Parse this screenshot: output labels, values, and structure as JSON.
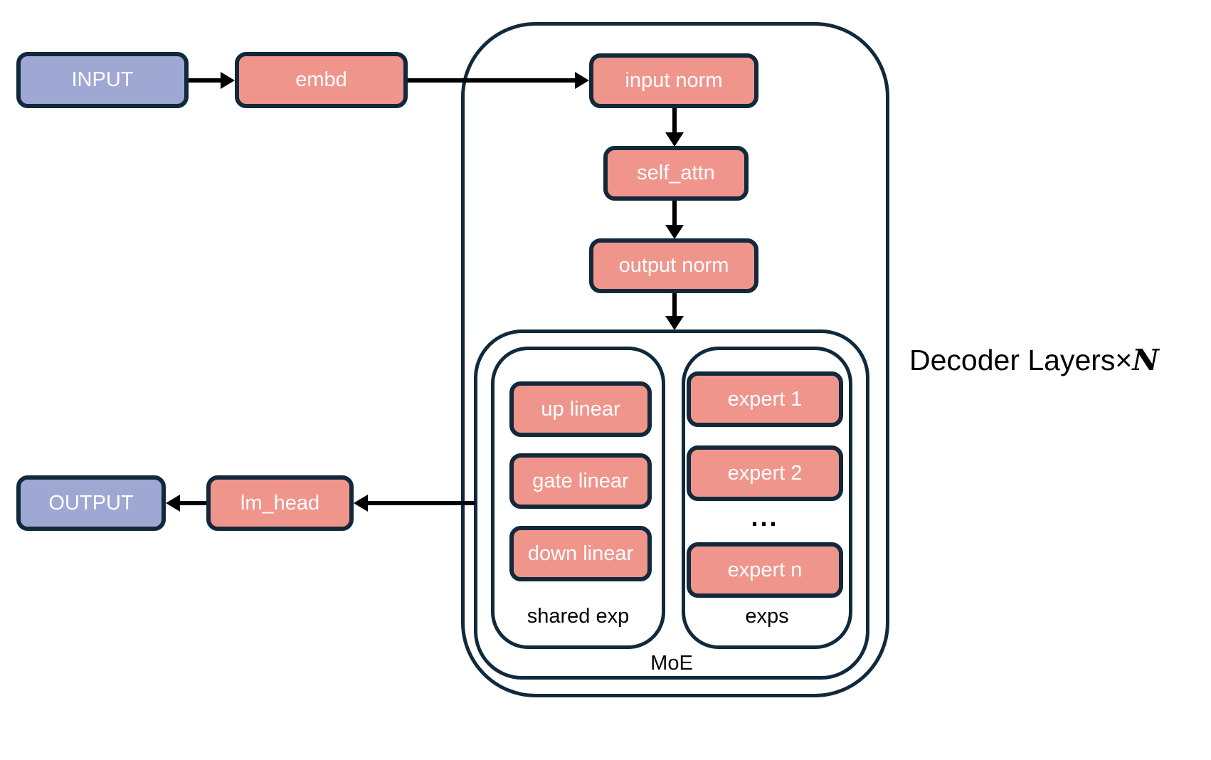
{
  "diagram": {
    "nodes": {
      "input": "INPUT",
      "embd": "embd",
      "input_norm": "input norm",
      "self_attn": "self_attn",
      "output_norm": "output norm",
      "up_linear": "up linear",
      "gate_linear": "gate linear",
      "down_linear": "down linear",
      "expert_1": "expert 1",
      "expert_2": "expert 2",
      "experts_ellipsis": "...",
      "expert_n": "expert n",
      "lm_head": "lm_head",
      "output": "OUTPUT"
    },
    "group_labels": {
      "shared_exp": "shared exp",
      "exps": "exps",
      "moe": "MoE",
      "decoder_layers_prefix": "Decoder Layers×",
      "decoder_layers_count": "N"
    }
  },
  "colors": {
    "io-fill": "#9FA7D3",
    "block-fill": "#F0958C",
    "outline": "#11293B",
    "arrow": "#000000",
    "label-text": "#000000",
    "box-text": "#FFFFFF",
    "background": "#FFFFFF"
  }
}
